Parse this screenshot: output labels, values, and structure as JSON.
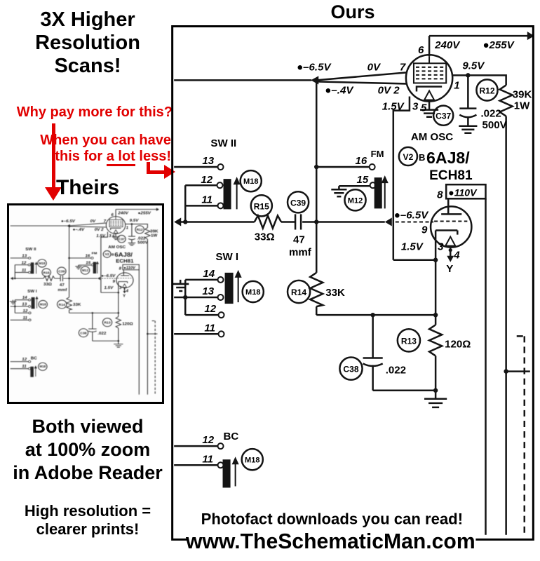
{
  "left": {
    "headline1": "3X Higher",
    "headline2": "Resolution",
    "headline3": "Scans!",
    "red_q": "Why pay more for this?",
    "red_a1": "When you can have",
    "red_a2_pre": "this for ",
    "red_a2_u": "a lot",
    "red_a2_post": " less!",
    "theirs": "Theirs",
    "both1": "Both viewed",
    "both2": "at 100% zoom",
    "both3": "in Adobe Reader",
    "hires1": "High resolution =",
    "hires2": "clearer prints!",
    "red_color": "#e10000"
  },
  "ours_label": "Ours",
  "footer": {
    "tagline": "Photofact downloads you can read!",
    "website": "www.TheSchematicMan.com"
  },
  "schematic": {
    "v240": "240V",
    "v255": "●255V",
    "p6": "6",
    "v65t": "●–6.5V",
    "v0a": "0V",
    "p7": "7",
    "v95": "9.5V",
    "v4": "●–.4V",
    "v0b": "0V 2",
    "v15a": "1.5V",
    "p3a": "3",
    "p5": "5",
    "p1": "1",
    "r12": "R12",
    "r12a": "39K",
    "r12b": "1W",
    "c37": "C37",
    "c37a": ".022",
    "c37b": "500V",
    "amosc": "AM OSC",
    "v2": "V2",
    "vb": "B",
    "tube1": "6AJ8/",
    "tube2": "ECH81",
    "p8": "8",
    "v110": "●110V",
    "v65b": "●–6.5V",
    "p9": "9",
    "v15b": "1.5V",
    "p3b": "3",
    "p4": "4",
    "y": "Y",
    "sw2": "SW II",
    "sw1": "SW I",
    "bc": "BC",
    "n16": "16",
    "n15": "15",
    "n14": "14",
    "n13": "13",
    "n12": "12",
    "n11": "11",
    "fm": "FM",
    "m18": "M18",
    "m12": "M12",
    "r15": "R15",
    "r15a": "33Ω",
    "c39": "C39",
    "c39a": "47",
    "c39b": "mmf",
    "r14": "R14",
    "r14a": "33K",
    "r13": "R13",
    "r13a": "120Ω",
    "c38": "C38",
    "c38a": ".022"
  }
}
